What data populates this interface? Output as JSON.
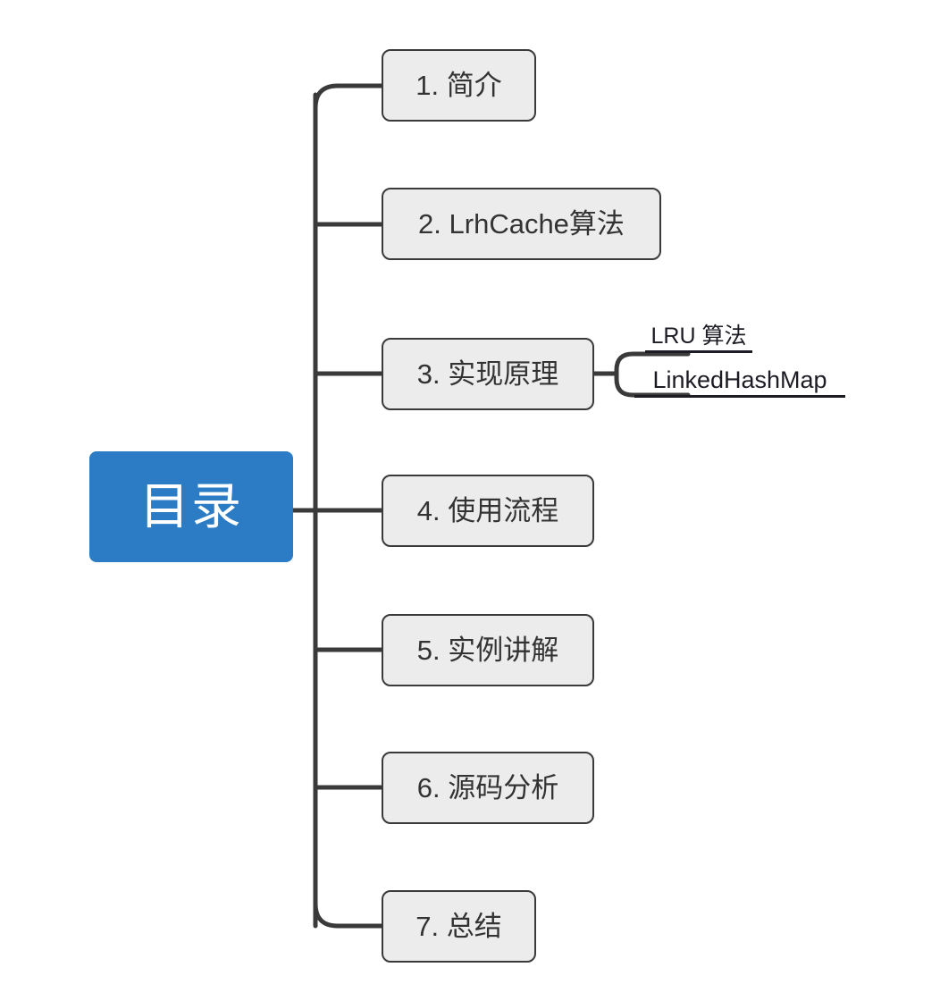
{
  "diagram": {
    "type": "mindmap",
    "orientation": "left-to-right",
    "background_color": "#ffffff",
    "root": {
      "label": "目录",
      "fill_color": "#2b7cc4",
      "text_color": "#ffffff"
    },
    "node_style": {
      "fill_color": "#ececec",
      "border_color": "#3a3a3a",
      "text_color": "#333333"
    },
    "connector_color": "#3a3a3a",
    "branches": [
      {
        "id": "b1",
        "label": "1. 简介"
      },
      {
        "id": "b2",
        "label": "2. LrhCache算法"
      },
      {
        "id": "b3",
        "label": "3. 实现原理"
      },
      {
        "id": "b4",
        "label": "4. 使用流程"
      },
      {
        "id": "b5",
        "label": "5. 实例讲解"
      },
      {
        "id": "b6",
        "label": "6. 源码分析"
      },
      {
        "id": "b7",
        "label": "7. 总结"
      }
    ],
    "sub_branches": [
      {
        "id": "b3-s1",
        "parent": "b3",
        "label": "LRU 算法"
      },
      {
        "id": "b3-s2",
        "parent": "b3",
        "label": "LinkedHashMap"
      }
    ]
  }
}
